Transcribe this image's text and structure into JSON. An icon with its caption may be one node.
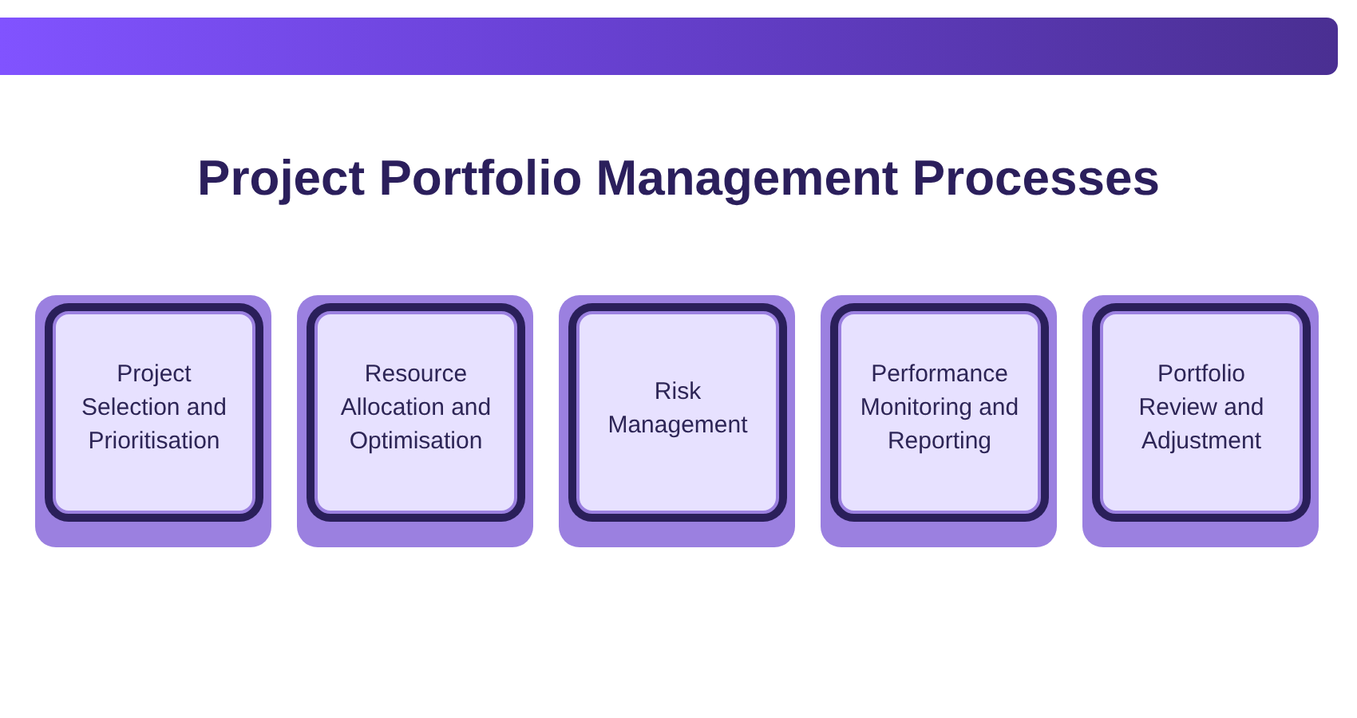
{
  "diagram": {
    "title": "Project Portfolio Management Processes",
    "nodes": [
      {
        "text": [
          "Project Selection and Prioritisation"
        ]
      },
      {
        "text": [
          "Resource Allocation and Optimisation"
        ]
      },
      {
        "text": [
          "Risk Management"
        ]
      },
      {
        "text": [
          "Performance Monitoring and Reporting"
        ]
      },
      {
        "text": [
          "Portfolio Review and Adjustment"
        ]
      }
    ]
  }
}
